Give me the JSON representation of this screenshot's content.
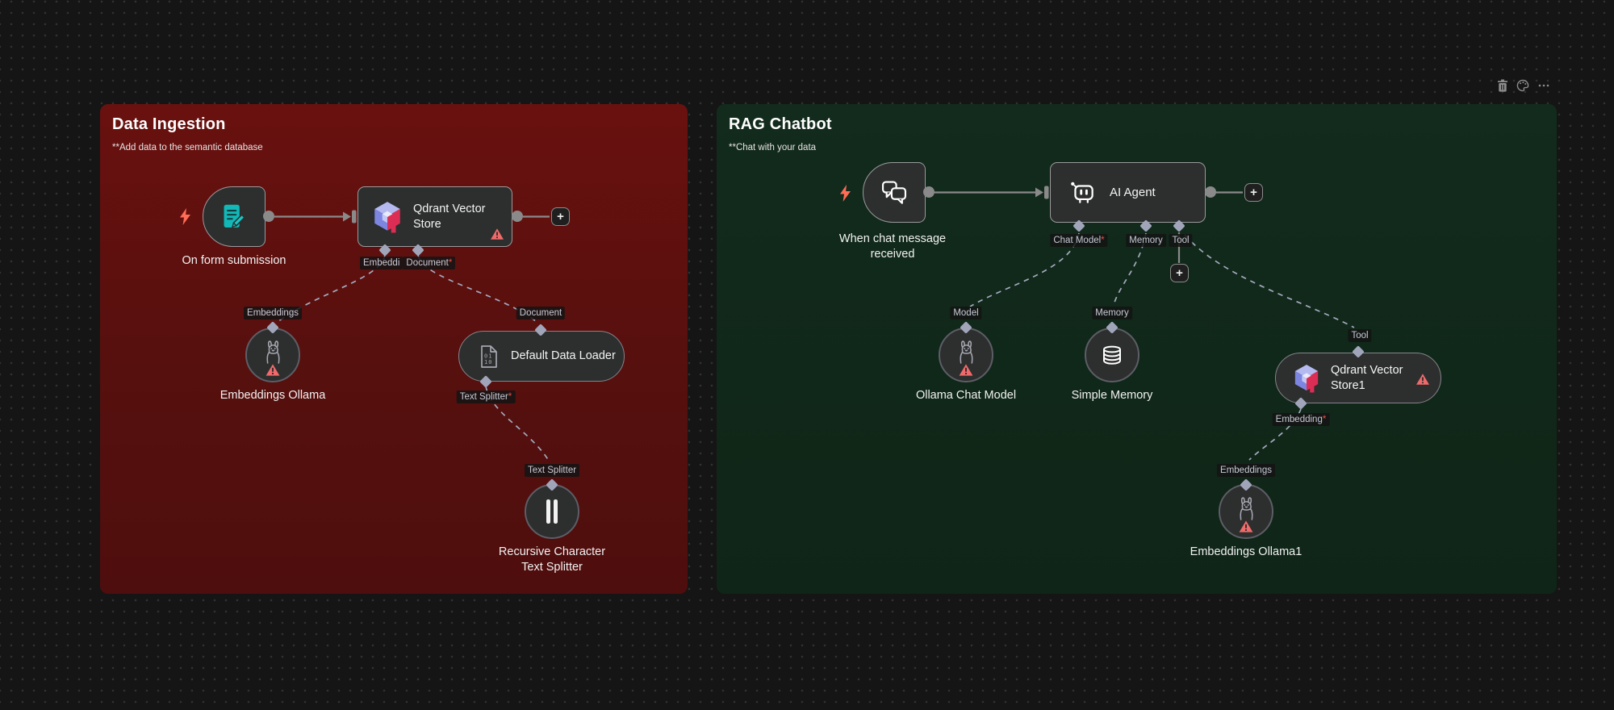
{
  "required_marker": "*",
  "buttons": {
    "plus": "+"
  },
  "colors": {
    "sticky_red": "#56100e",
    "sticky_green": "#0f2517",
    "node_bg": "#2d2e2e",
    "warning": "#ef6b6b",
    "trigger_bolt": "#ff6c57",
    "connector_diamond": "#a1a5ba",
    "connection_line": "#8a8a8a",
    "qdrant_red": "#dc2e54",
    "qdrant_blue": "#7c85e0",
    "form_icon_teal": "#12b7b7"
  },
  "toolbar": {
    "icons": [
      "trash-icon",
      "palette-icon",
      "more-options-icon"
    ]
  },
  "g1": {
    "title": "Data Ingestion",
    "subtitle": "**Add data to the semantic database",
    "nodes": {
      "form_trigger": {
        "label": "On form submission",
        "icon": "form-pencil-icon"
      },
      "qdrant": {
        "name_line1": "Qdrant Vector",
        "name_line2": "Store",
        "icon": "qdrant-logo-icon",
        "has_warning": true
      },
      "embeddings_ollama": {
        "label": "Embeddings Ollama",
        "icon": "llama-icon",
        "has_warning": true
      },
      "data_loader": {
        "label": "Default Data Loader",
        "icon": "binary-document-icon"
      },
      "splitter": {
        "label_line1": "Recursive Character",
        "label_line2": "Text Splitter",
        "icon": "split-bars-icon"
      }
    },
    "ports": {
      "embedding_trunc": "Embeddi",
      "document_req": "Document",
      "embeddings": "Embeddings",
      "document": "Document",
      "text_splitter_req": "Text Splitter",
      "text_splitter": "Text Splitter"
    }
  },
  "g2": {
    "title": "RAG Chatbot",
    "subtitle": "**Chat with your data",
    "nodes": {
      "chat_trigger": {
        "label_line1": "When chat message",
        "label_line2": "received",
        "icon": "chat-bubbles-icon"
      },
      "ai_agent": {
        "name": "AI Agent",
        "icon": "robot-icon"
      },
      "ollama_chat": {
        "label": "Ollama Chat Model",
        "icon": "llama-icon",
        "has_warning": true
      },
      "simple_memory": {
        "label": "Simple Memory",
        "icon": "database-icon"
      },
      "qdrant1": {
        "name_line1": "Qdrant Vector",
        "name_line2": "Store1",
        "icon": "qdrant-logo-icon",
        "has_warning": true
      },
      "embeddings_ollama1": {
        "label": "Embeddings Ollama1",
        "icon": "llama-icon",
        "has_warning": true
      }
    },
    "ports": {
      "chat_model_req": "Chat Model",
      "memory": "Memory",
      "tool": "Tool",
      "model": "Model",
      "memory2": "Memory",
      "tool2": "Tool",
      "embedding_req": "Embedding",
      "embeddings": "Embeddings"
    }
  }
}
